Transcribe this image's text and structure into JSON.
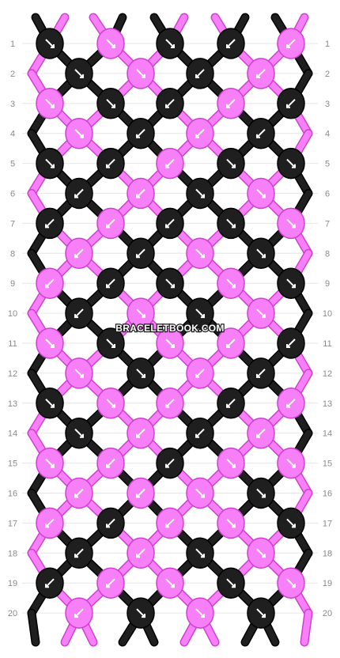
{
  "colors": {
    "A": "#1f1f1f",
    "B": "#f77ff7",
    "A_stroke": "#000000",
    "B_stroke": "#d040d0"
  },
  "watermark": "BRACELETBOOK.COM",
  "top_letters": [
    "A",
    "B",
    "B",
    "A",
    "A",
    "B",
    "B",
    "A",
    "A",
    "B"
  ],
  "bottom_letters": [
    "A",
    "A",
    "B",
    "B",
    "A",
    "A",
    "B",
    "B",
    "A",
    "B"
  ],
  "row_labels": [
    "1",
    "2",
    "3",
    "4",
    "5",
    "6",
    "7",
    "8",
    "9",
    "10",
    "11",
    "12",
    "13",
    "14",
    "15",
    "16",
    "17",
    "18",
    "19",
    "20"
  ],
  "rows": [
    [
      [
        "A",
        "dr"
      ],
      [
        "B",
        "dr"
      ],
      [
        "A",
        "dr"
      ],
      [
        "A",
        "dl"
      ],
      [
        "B",
        "dl"
      ]
    ],
    [
      [
        "A",
        "dr"
      ],
      [
        "B",
        "dr"
      ],
      [
        "A",
        "dl"
      ],
      [
        "B",
        "dl"
      ]
    ],
    [
      [
        "B",
        "dr"
      ],
      [
        "A",
        "dr"
      ],
      [
        "A",
        "dl"
      ],
      [
        "B",
        "dl"
      ],
      [
        "A",
        "dl"
      ]
    ],
    [
      [
        "B",
        "dr"
      ],
      [
        "A",
        "dl"
      ],
      [
        "B",
        "dl"
      ],
      [
        "A",
        "dl"
      ]
    ],
    [
      [
        "A",
        "dr"
      ],
      [
        "A",
        "dl"
      ],
      [
        "B",
        "dl"
      ],
      [
        "A",
        "dr"
      ],
      [
        "A",
        "dr"
      ]
    ],
    [
      [
        "A",
        "dl"
      ],
      [
        "B",
        "dl"
      ],
      [
        "A",
        "dr"
      ],
      [
        "B",
        "dr"
      ]
    ],
    [
      [
        "A",
        "dl"
      ],
      [
        "B",
        "dl"
      ],
      [
        "A",
        "dl"
      ],
      [
        "A",
        "dr"
      ],
      [
        "B",
        "dr"
      ]
    ],
    [
      [
        "B",
        "dl"
      ],
      [
        "A",
        "dl"
      ],
      [
        "B",
        "dr"
      ],
      [
        "A",
        "dr"
      ]
    ],
    [
      [
        "B",
        "dl"
      ],
      [
        "A",
        "dl"
      ],
      [
        "A",
        "dr"
      ],
      [
        "B",
        "dr"
      ],
      [
        "A",
        "dr"
      ]
    ],
    [
      [
        "A",
        "dl"
      ],
      [
        "B",
        "dr"
      ],
      [
        "A",
        "dr"
      ],
      [
        "B",
        "dr"
      ]
    ],
    [
      [
        "B",
        "dr"
      ],
      [
        "A",
        "dr"
      ],
      [
        "B",
        "dr"
      ],
      [
        "B",
        "dl"
      ],
      [
        "A",
        "dl"
      ]
    ],
    [
      [
        "B",
        "dr"
      ],
      [
        "A",
        "dr"
      ],
      [
        "B",
        "dl"
      ],
      [
        "A",
        "dl"
      ]
    ],
    [
      [
        "A",
        "dr"
      ],
      [
        "B",
        "dr"
      ],
      [
        "B",
        "dl"
      ],
      [
        "A",
        "dl"
      ],
      [
        "B",
        "dl"
      ]
    ],
    [
      [
        "A",
        "dr"
      ],
      [
        "B",
        "dl"
      ],
      [
        "A",
        "dl"
      ],
      [
        "B",
        "dl"
      ]
    ],
    [
      [
        "B",
        "dr"
      ],
      [
        "B",
        "dl"
      ],
      [
        "A",
        "dl"
      ],
      [
        "B",
        "dr"
      ],
      [
        "B",
        "dr"
      ]
    ],
    [
      [
        "B",
        "dl"
      ],
      [
        "B",
        "dl"
      ],
      [
        "B",
        "dr"
      ],
      [
        "A",
        "dr"
      ]
    ],
    [
      [
        "B",
        "dl"
      ],
      [
        "A",
        "dl"
      ],
      [
        "B",
        "dl"
      ],
      [
        "B",
        "dr"
      ],
      [
        "A",
        "dr"
      ]
    ],
    [
      [
        "A",
        "dl"
      ],
      [
        "B",
        "dl"
      ],
      [
        "A",
        "dr"
      ],
      [
        "B",
        "dr"
      ]
    ],
    [
      [
        "A",
        "dl"
      ],
      [
        "B",
        "dl"
      ],
      [
        "B",
        "dr"
      ],
      [
        "A",
        "dr"
      ],
      [
        "B",
        "dr"
      ]
    ],
    [
      [
        "B",
        "dl"
      ],
      [
        "A",
        "dr"
      ],
      [
        "B",
        "dr"
      ],
      [
        "A",
        "dr"
      ]
    ]
  ]
}
